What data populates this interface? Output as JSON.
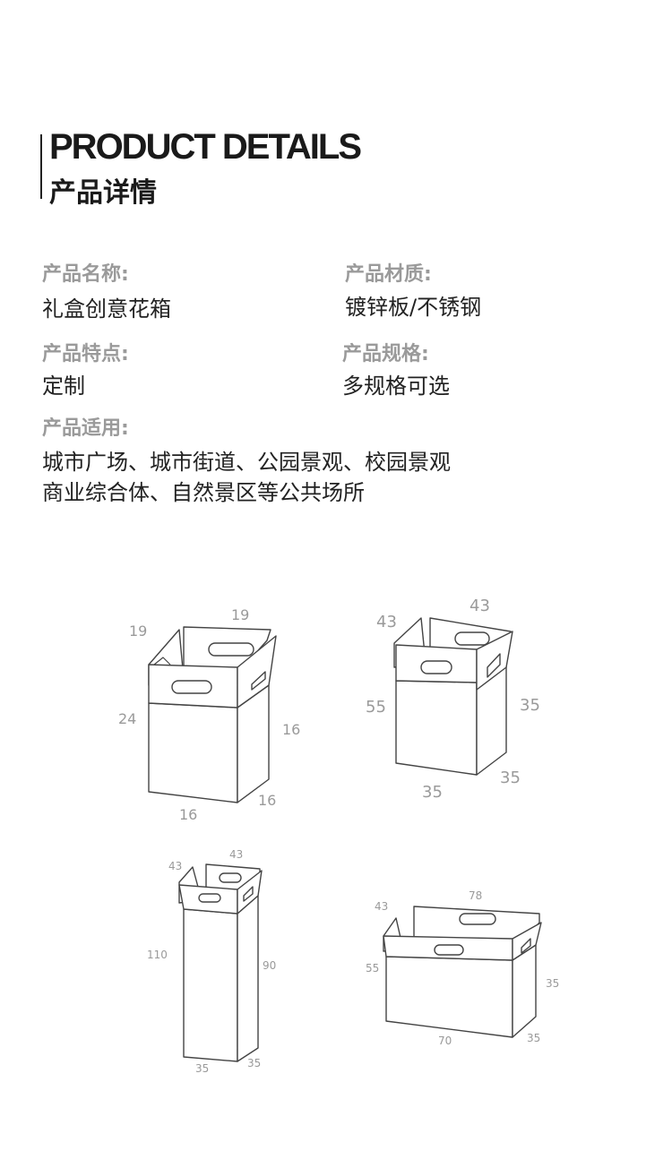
{
  "header": {
    "title_en": "PRODUCT DETAILS",
    "title_zh": "产品详情"
  },
  "specs": {
    "name_label": "产品名称:",
    "name_value": "礼盒创意花箱",
    "material_label": "产品材质:",
    "material_value": "镀锌板/不锈钢",
    "feature_label": "产品特点:",
    "feature_value": "定制",
    "size_label": "产品规格:",
    "size_value": "多规格可选",
    "usage_label": "产品适用:",
    "usage_line1": "城市广场、城市街道、公园景观、校园景观",
    "usage_line2": "商业综合体、自然景区等公共场所"
  },
  "diagrams": {
    "box1": {
      "top_left": "19",
      "top_right": "19",
      "height_left": "24",
      "height_right": "16",
      "bottom_front": "16",
      "bottom_side": "16"
    },
    "box2": {
      "top_left": "43",
      "top_right": "43",
      "height_left": "55",
      "height_right": "35",
      "bottom_front": "35",
      "bottom_side": "35"
    },
    "box3": {
      "top_left": "43",
      "top_right": "43",
      "height_left": "110",
      "height_right": "90",
      "bottom_front": "35",
      "bottom_side": "35"
    },
    "box4": {
      "top_left": "43",
      "top_right": "78",
      "height_left": "55",
      "height_right": "35",
      "bottom_front": "70",
      "bottom_side": "35"
    }
  }
}
